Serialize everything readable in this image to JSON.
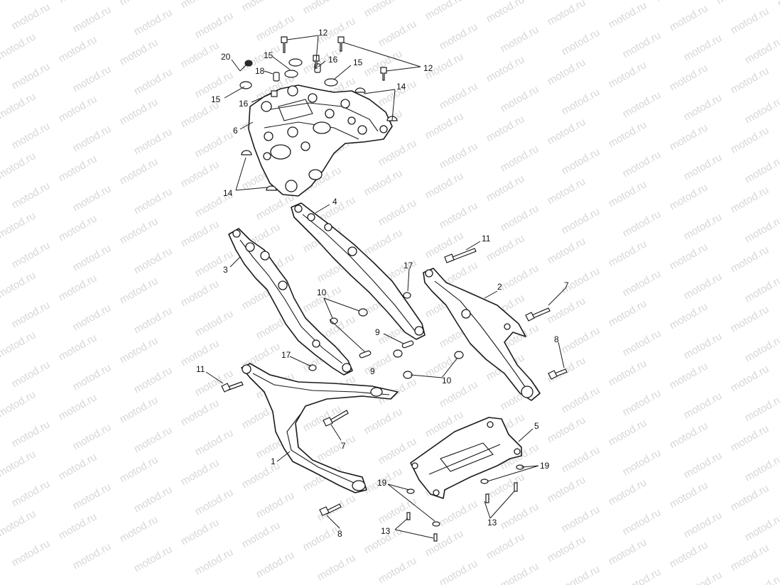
{
  "watermark": "motod.ru",
  "callouts": [
    {
      "id": "c1",
      "text": "1"
    },
    {
      "id": "c2",
      "text": "2"
    },
    {
      "id": "c3",
      "text": "3"
    },
    {
      "id": "c4",
      "text": "4"
    },
    {
      "id": "c5",
      "text": "5"
    },
    {
      "id": "c6",
      "text": "6"
    },
    {
      "id": "c7a",
      "text": "7"
    },
    {
      "id": "c7b",
      "text": "7"
    },
    {
      "id": "c8a",
      "text": "8"
    },
    {
      "id": "c8b",
      "text": "8"
    },
    {
      "id": "c9a",
      "text": "9"
    },
    {
      "id": "c9b",
      "text": "9"
    },
    {
      "id": "c10a",
      "text": "10"
    },
    {
      "id": "c10b",
      "text": "10"
    },
    {
      "id": "c11a",
      "text": "11"
    },
    {
      "id": "c11b",
      "text": "11"
    },
    {
      "id": "c12a",
      "text": "12"
    },
    {
      "id": "c12b",
      "text": "12"
    },
    {
      "id": "c13a",
      "text": "13"
    },
    {
      "id": "c13b",
      "text": "13"
    },
    {
      "id": "c14a",
      "text": "14"
    },
    {
      "id": "c14b",
      "text": "14"
    },
    {
      "id": "c15a",
      "text": "15"
    },
    {
      "id": "c15b",
      "text": "15"
    },
    {
      "id": "c15c",
      "text": "15"
    },
    {
      "id": "c16a",
      "text": "16"
    },
    {
      "id": "c16b",
      "text": "16"
    },
    {
      "id": "c17a",
      "text": "17"
    },
    {
      "id": "c17b",
      "text": "17"
    },
    {
      "id": "c18",
      "text": "18"
    },
    {
      "id": "c19a",
      "text": "19"
    },
    {
      "id": "c19b",
      "text": "19"
    },
    {
      "id": "c20",
      "text": "20"
    }
  ]
}
